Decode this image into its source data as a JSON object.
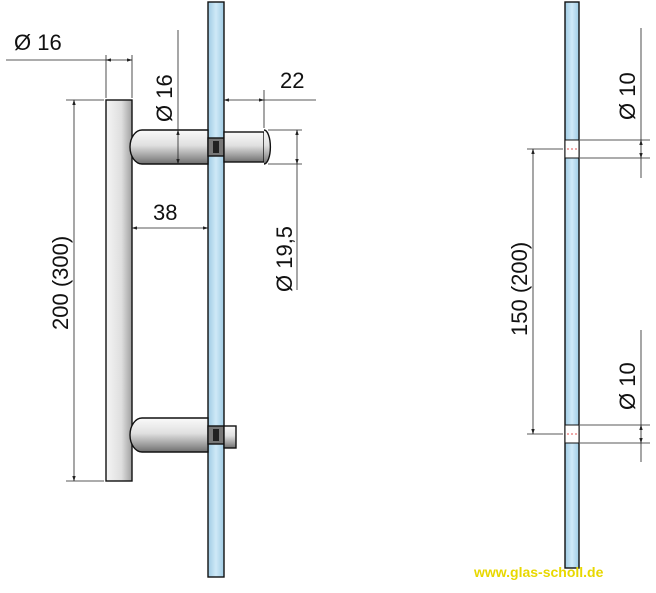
{
  "dimensions": {
    "bar_diameter": "Ø 16",
    "standoff_diameter": "Ø 16",
    "knob_length": "22",
    "knob_diameter": "Ø 19,5",
    "standoff_length": "38",
    "handle_length": "200 (300)",
    "hole_diameter_top": "Ø 10",
    "hole_spacing": "150 (200)",
    "hole_diameter_bottom": "Ø 10"
  },
  "watermark": "www.glas-scholl.de",
  "colors": {
    "glass": "#b4d9ee",
    "glass_edge": "#1a1a1a",
    "steel_light": "#f2f2f2",
    "steel_dark": "#8a8a8a",
    "hole_mark": "#e05050",
    "watermark": "#e8d800"
  }
}
